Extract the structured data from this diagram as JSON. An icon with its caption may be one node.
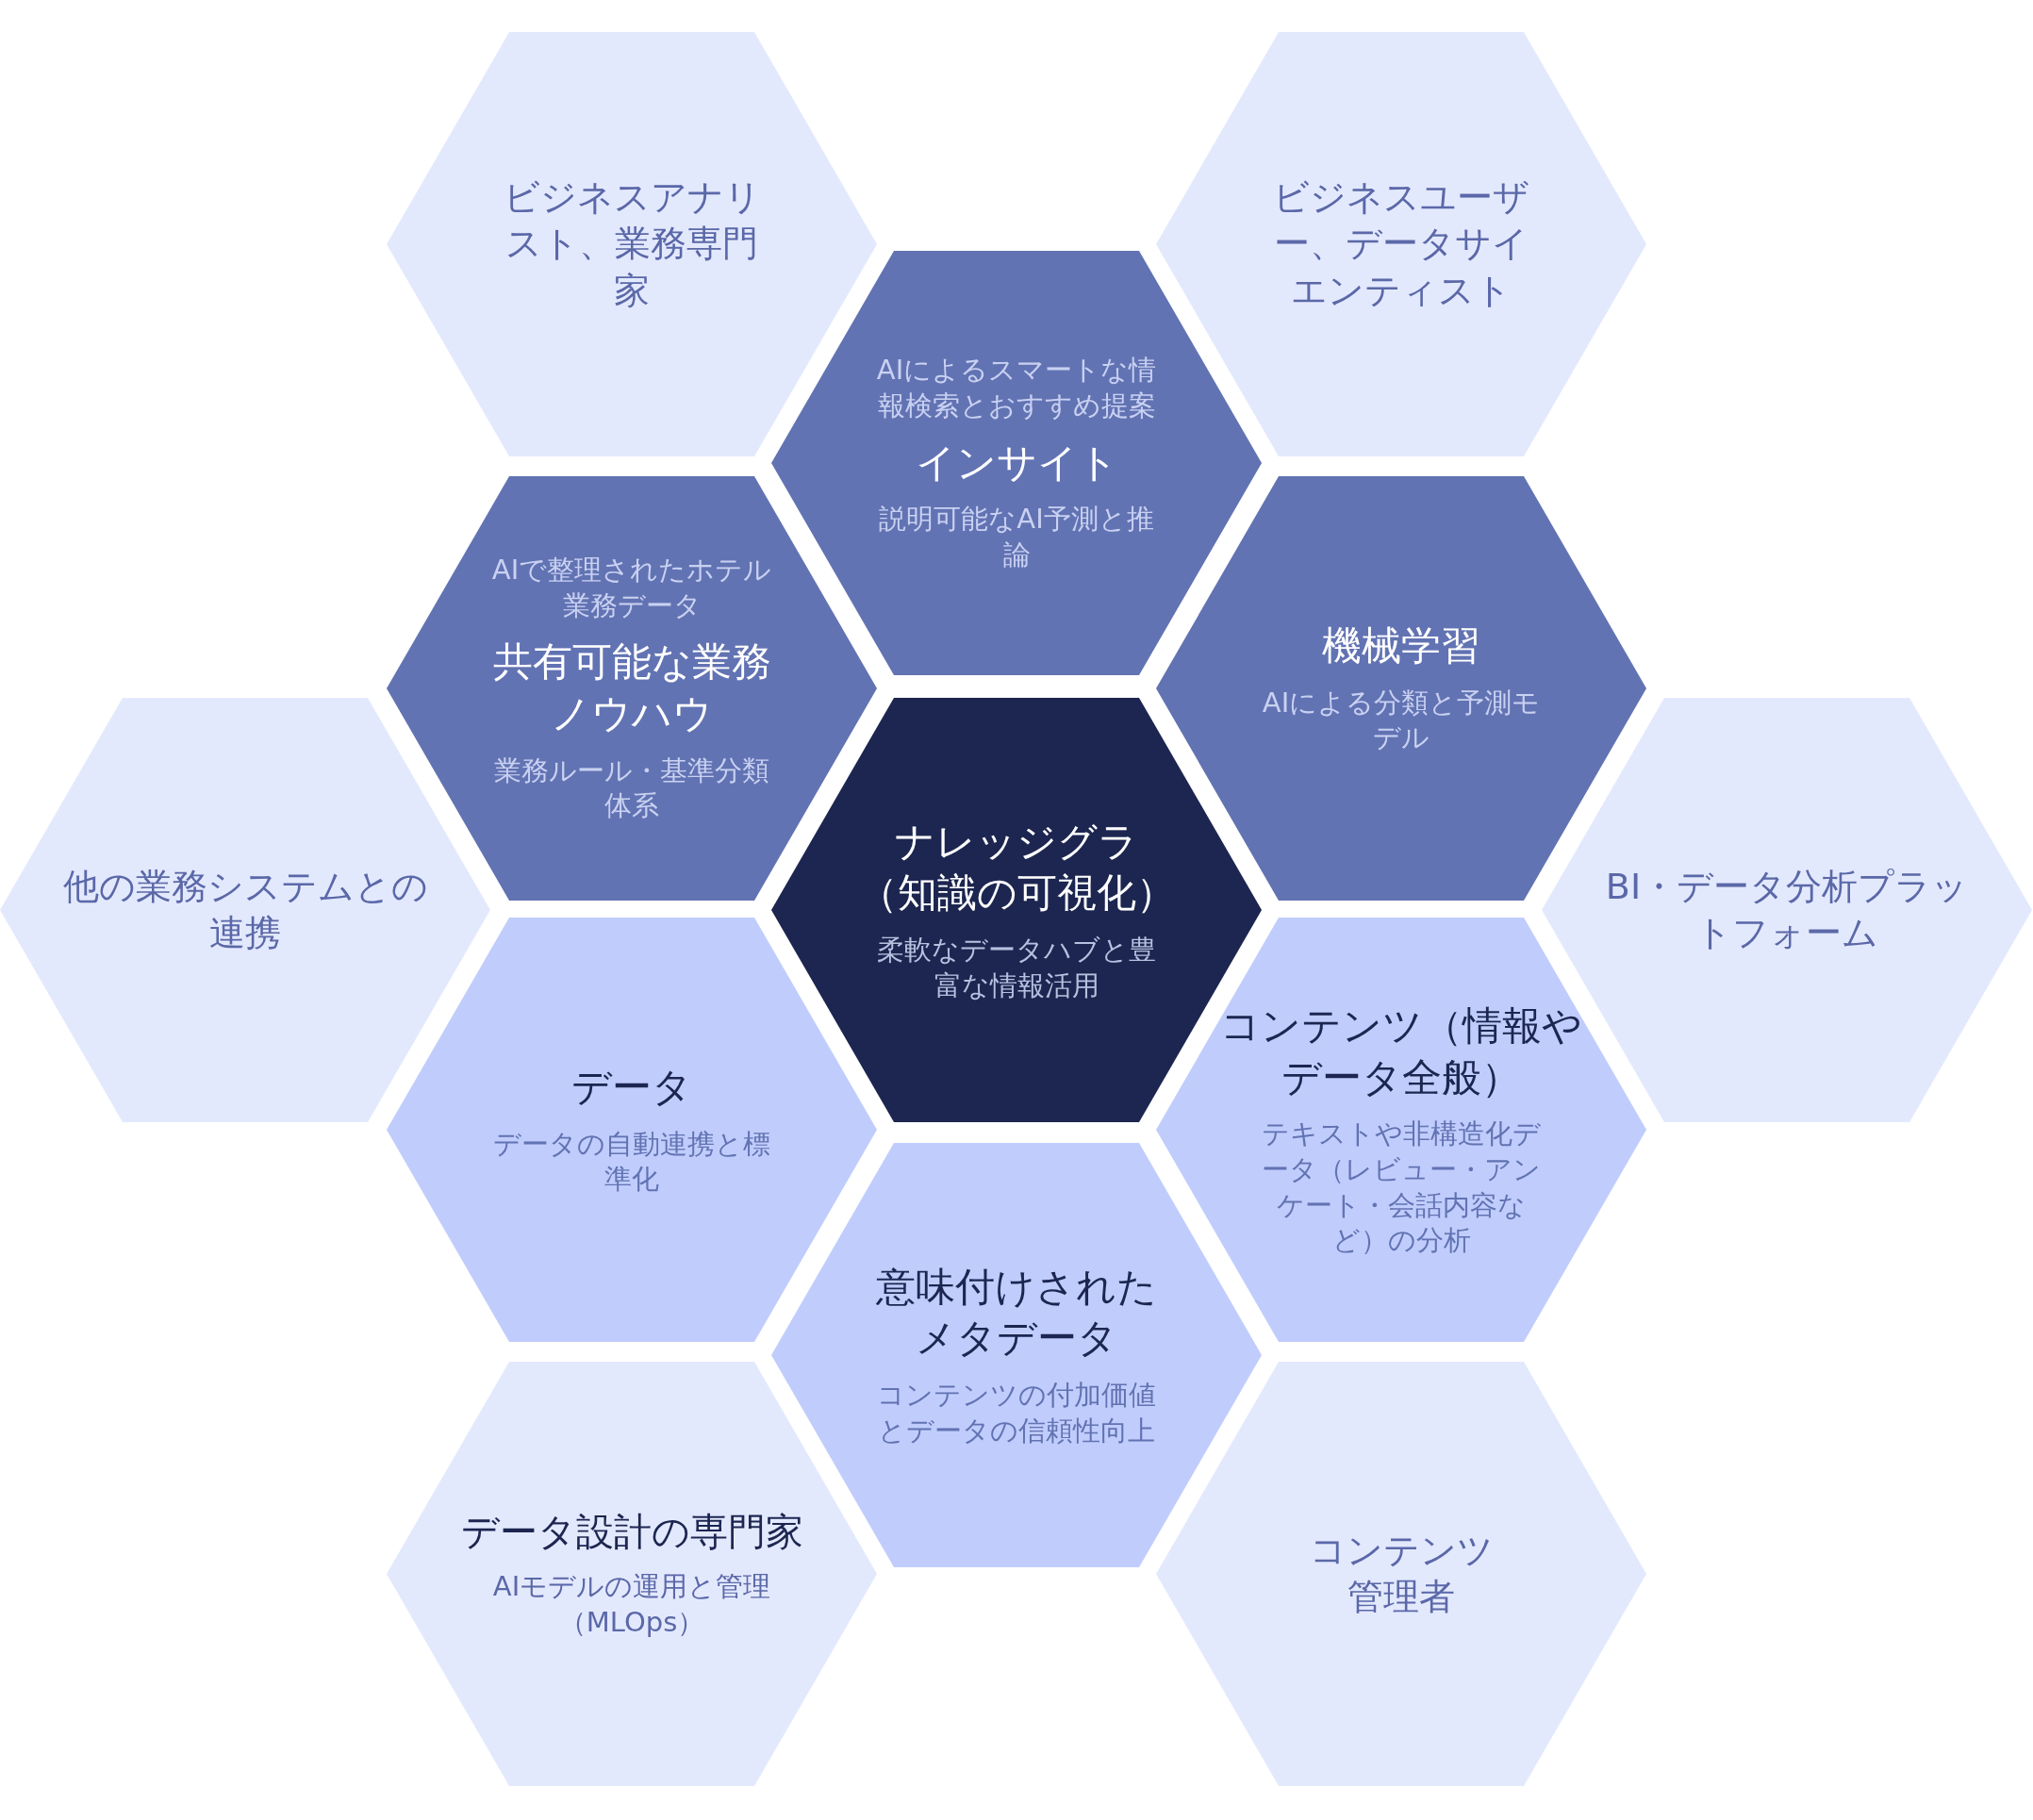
{
  "diagram": {
    "nodes": [
      {
        "text": [
          "ビジネスアナリスト、業務専門家"
        ]
      },
      {
        "text": [
          "ビジネスユーザー、データサイエンティスト"
        ]
      },
      {
        "text": [
          "AIによるスマートな情報検索とおすすめ提案",
          "インサイト",
          "説明可能なAI予測と推論"
        ]
      },
      {
        "text": [
          "AIで整理されたホテル業務データ",
          "共有可能な業務ノウハウ",
          "業務ルール・基準分類体系"
        ]
      },
      {
        "text": [
          "機械学習",
          "AIによる分類と予測モデル"
        ]
      },
      {
        "text": [
          "他の業務システムとの連携"
        ]
      },
      {
        "text": [
          "ナレッジグラ（知識の可視化）",
          "柔軟なデータハブと豊富な情報活用"
        ]
      },
      {
        "text": [
          "BI・データ分析プラットフォーム"
        ]
      },
      {
        "text": [
          "データ",
          "データの自動連携と標準化"
        ]
      },
      {
        "text": [
          "コンテンツ（情報やデータ全般）",
          "テキストや非構造化データ（レビュー・アンケート・会話内容など）の分析"
        ]
      },
      {
        "text": [
          "意味付けされたメタデータ",
          "コンテンツの付加価値とデータの信頼性向上"
        ]
      },
      {
        "text": [
          "データ設計の専門家",
          "AIモデルの運用と管理（MLOps）"
        ]
      },
      {
        "text": [
          "コンテンツ管理者"
        ]
      }
    ]
  }
}
